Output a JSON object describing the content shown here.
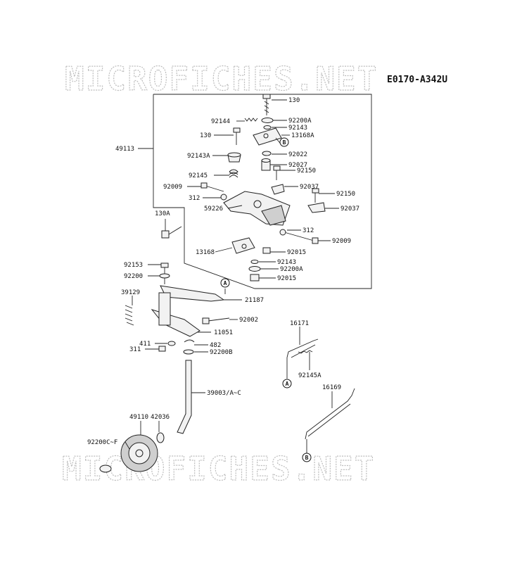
{
  "diagram_code": "E0170-A342U",
  "watermark_top": "MICROFICHES.NET",
  "watermark_bottom": "MICROFICHES.NET",
  "callouts": {
    "a": "A",
    "b": "B"
  },
  "labels": {
    "l130_top": "130",
    "l92144": "92144",
    "l92200A_top": "92200A",
    "l92143_top": "92143",
    "l130_left": "130",
    "l13168A": "13168A",
    "l49113": "49113",
    "l92143A": "92143A",
    "l92022": "92022",
    "l92027": "92027",
    "l92150_a": "92150",
    "l92145": "92145",
    "l92009_left": "92009",
    "l92037_a": "92037",
    "l92150_b": "92150",
    "l312_left": "312",
    "l59226": "59226",
    "l92037_b": "92037",
    "l130A": "130A",
    "l312_right": "312",
    "l92009_right": "92009",
    "l13168": "13168",
    "l92015_a": "92015",
    "l92143_bottom": "92143",
    "l92200A_bottom": "92200A",
    "l92015_b": "92015",
    "l92153": "92153",
    "l92200": "92200",
    "l39129": "39129",
    "l21187": "21187",
    "l92002": "92002",
    "l11051": "11051",
    "l411": "411",
    "l482": "482",
    "l311": "311",
    "l92200B": "92200B",
    "l16171": "16171",
    "l92145A": "92145A",
    "l39003": "39003/A~C",
    "l16169": "16169",
    "l49110": "49110",
    "l42036": "42036",
    "l92200C": "92200C~F"
  }
}
